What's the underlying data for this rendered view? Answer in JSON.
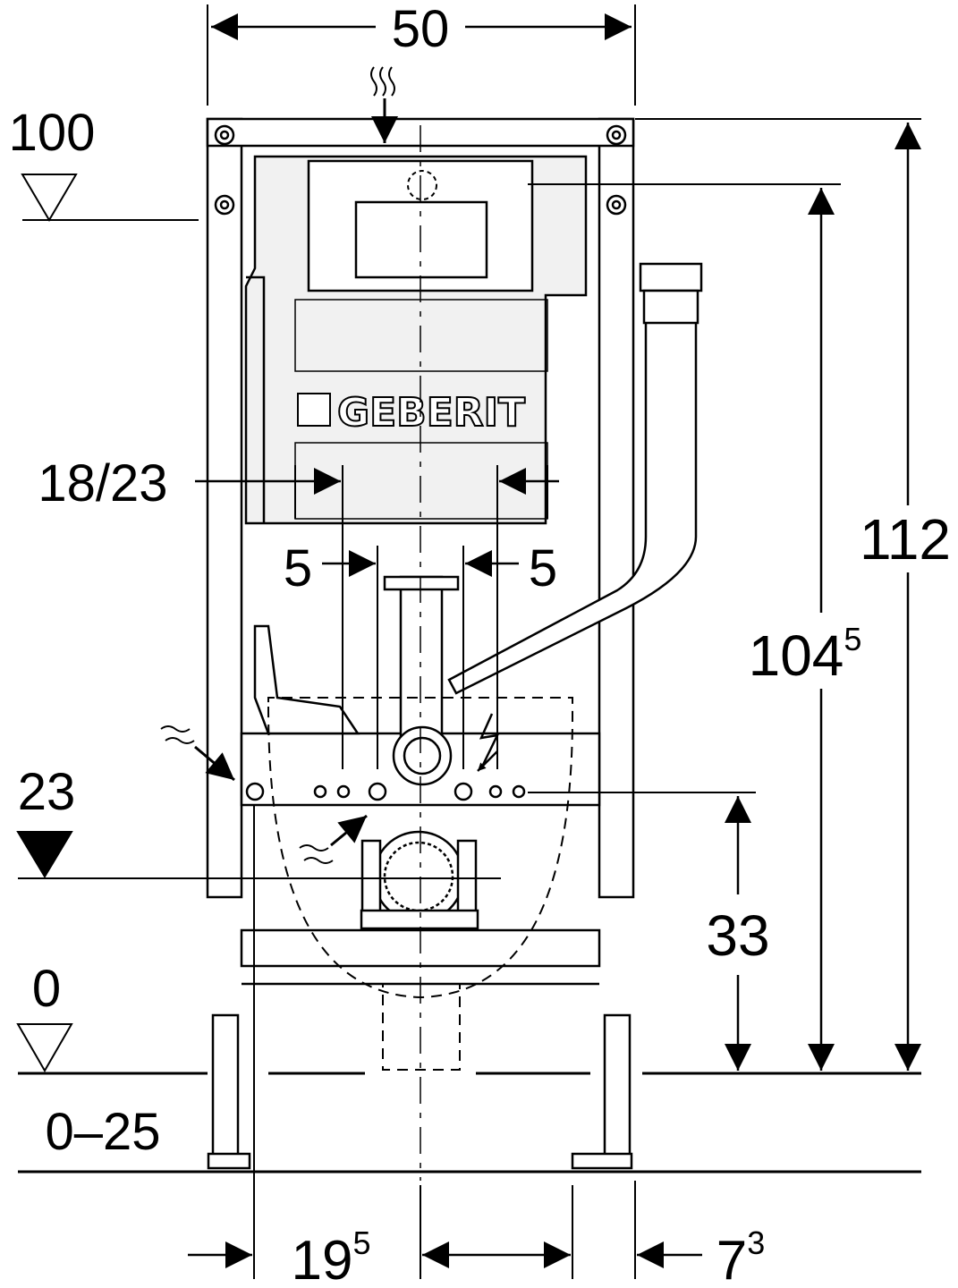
{
  "drawing": {
    "brand": "GEBERIT",
    "colors": {
      "line": "#000000",
      "panel": "#f1f1f1",
      "background": "#ffffff"
    },
    "dimensions": {
      "width_total": "50",
      "level_top": "100",
      "height_total": "112",
      "height_cistern": {
        "base": "104",
        "sup": "5"
      },
      "drain_spacing": "18/23",
      "offset_left": "5",
      "offset_right": "5",
      "level_waste": "23",
      "waste_height": "33",
      "level_floor": "0",
      "adjust_range": "0–25",
      "bottom_left": {
        "base": "19",
        "sup": "5"
      },
      "bottom_right": {
        "base": "7",
        "sup": "3"
      }
    },
    "icons": [
      "water-supply-icon",
      "electric-icon",
      "level-marker-icon",
      "arrow-icon"
    ]
  }
}
